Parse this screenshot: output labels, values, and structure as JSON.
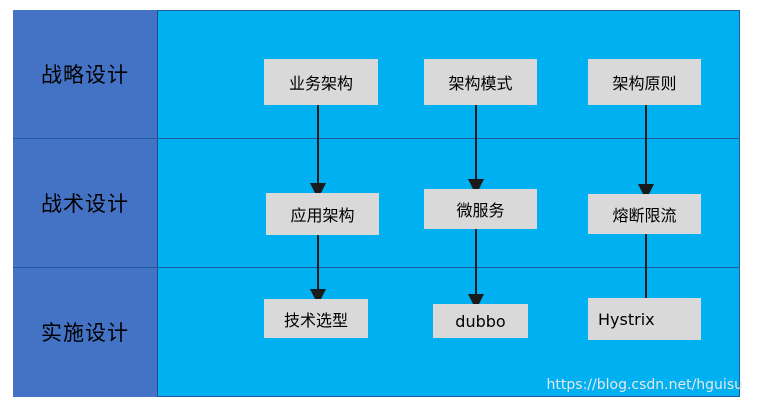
{
  "rows": [
    {
      "label": "战略设计"
    },
    {
      "label": "战术设计"
    },
    {
      "label": "实施设计"
    }
  ],
  "nodes": {
    "business_architecture": "业务架构",
    "architecture_pattern": "架构模式",
    "architecture_principle": "架构原则",
    "application_architecture": "应用架构",
    "microservices": "微服务",
    "circuit_breaker_rate_limit": "熔断限流",
    "tech_selection": "技术选型",
    "dubbo": "dubbo",
    "hystrix": "Hystrix"
  },
  "watermark": "https://blog.csdn.net/hguisu",
  "colors": {
    "canvas_bg": "#00b0f0",
    "row_label_bg": "#4472c4",
    "node_bg": "#d9d9d9",
    "arrow": "#1a1a1a"
  }
}
